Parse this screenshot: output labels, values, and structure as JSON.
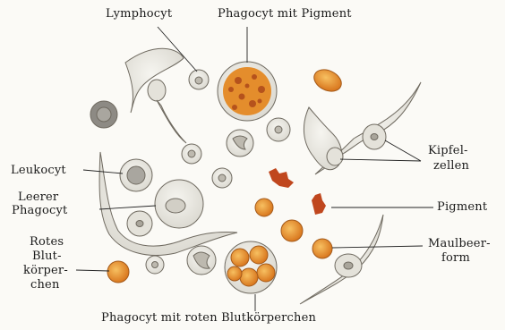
{
  "labels": {
    "lymphocyt": "Lymphocyt",
    "phagocyt_pigment": "Phagocyt mit Pigment",
    "kipfelzellen_1": "Kipfel-",
    "kipfelzellen_2": "zellen",
    "leukocyt": "Leukocyt",
    "leerer_1": "Leerer",
    "leerer_2": "Phagocyt",
    "pigment": "Pigment",
    "rotes_1": "Rotes",
    "rotes_2": "Blut-",
    "rotes_3": "körper-",
    "rotes_4": "chen",
    "maulbeer_1": "Maulbeer-",
    "maulbeer_2": "form",
    "phagocyt_rbc": "Phagocyt mit roten Blutkörperchen"
  },
  "colors": {
    "cell_outline": "#6f6a60",
    "cell_fill": "#ecebe4",
    "nucleus": "#b9b6ad",
    "pigment_orange": "#e08a2c",
    "pigment_dark": "#b5521c",
    "erythrocyte": "#f0a43a",
    "leader_line": "#222222"
  }
}
